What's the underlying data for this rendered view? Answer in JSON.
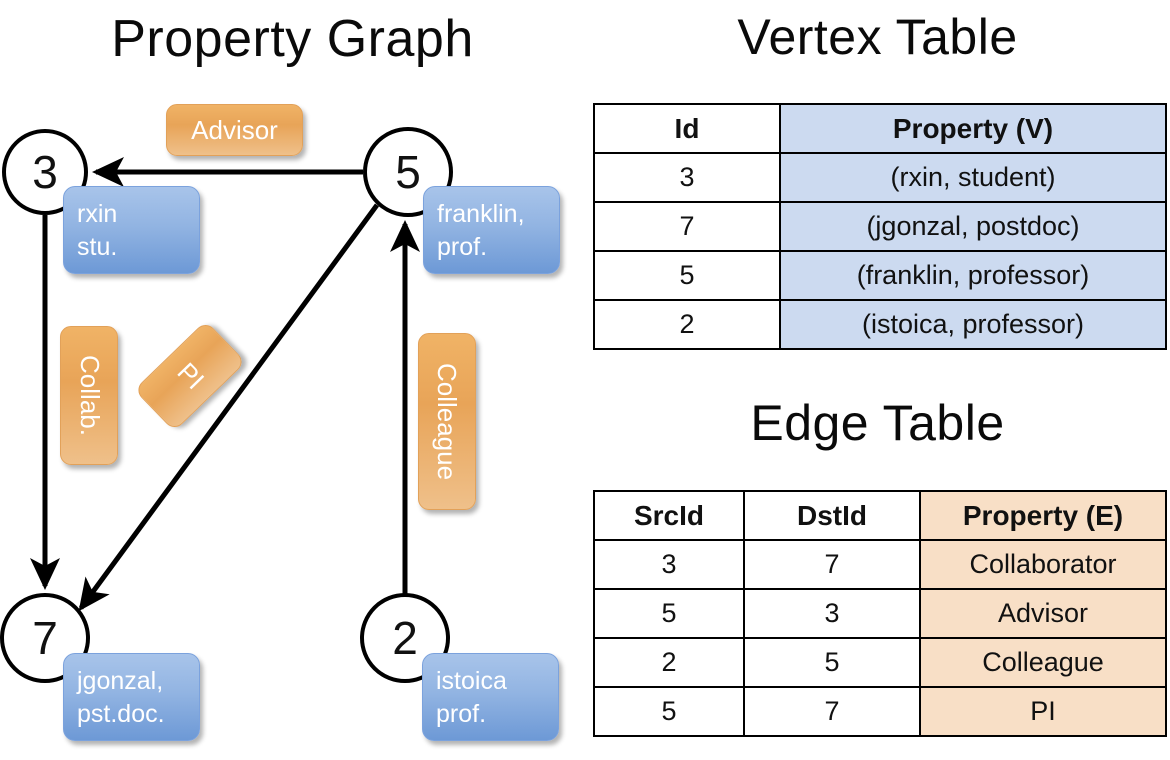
{
  "titles": {
    "graph": "Property Graph",
    "vertex_table": "Vertex Table",
    "edge_table": "Edge Table"
  },
  "graph": {
    "nodes": [
      {
        "id": "3",
        "property_line1": "rxin",
        "property_line2": "stu."
      },
      {
        "id": "5",
        "property_line1": "franklin,",
        "property_line2": "prof."
      },
      {
        "id": "7",
        "property_line1": "jgonzal,",
        "property_line2": "pst.doc."
      },
      {
        "id": "2",
        "property_line1": "istoica",
        "property_line2": "prof."
      }
    ],
    "edge_labels": [
      {
        "name": "advisor",
        "text": "Advisor"
      },
      {
        "name": "collab",
        "text": "Collab."
      },
      {
        "name": "pi",
        "text": "PI"
      },
      {
        "name": "colleague",
        "text": "Colleague"
      }
    ]
  },
  "vertex_table": {
    "headers": [
      "Id",
      "Property (V)"
    ],
    "rows": [
      {
        "id": "3",
        "property": "(rxin, student)"
      },
      {
        "id": "7",
        "property": "(jgonzal, postdoc)"
      },
      {
        "id": "5",
        "property": "(franklin, professor)"
      },
      {
        "id": "2",
        "property": "(istoica, professor)"
      }
    ]
  },
  "edge_table": {
    "headers": [
      "SrcId",
      "DstId",
      "Property (E)"
    ],
    "rows": [
      {
        "src": "3",
        "dst": "7",
        "property": "Collaborator"
      },
      {
        "src": "5",
        "dst": "3",
        "property": "Advisor"
      },
      {
        "src": "2",
        "dst": "5",
        "property": "Colleague"
      },
      {
        "src": "5",
        "dst": "7",
        "property": "PI"
      }
    ]
  },
  "colors": {
    "vertex_property_fill": "#ccdaf0",
    "edge_property_fill": "#f8dfc6",
    "node_box_blue": "#8ab0e0",
    "edge_label_orange": "#eaa85c",
    "stroke": "#000000",
    "background": "#ffffff"
  }
}
